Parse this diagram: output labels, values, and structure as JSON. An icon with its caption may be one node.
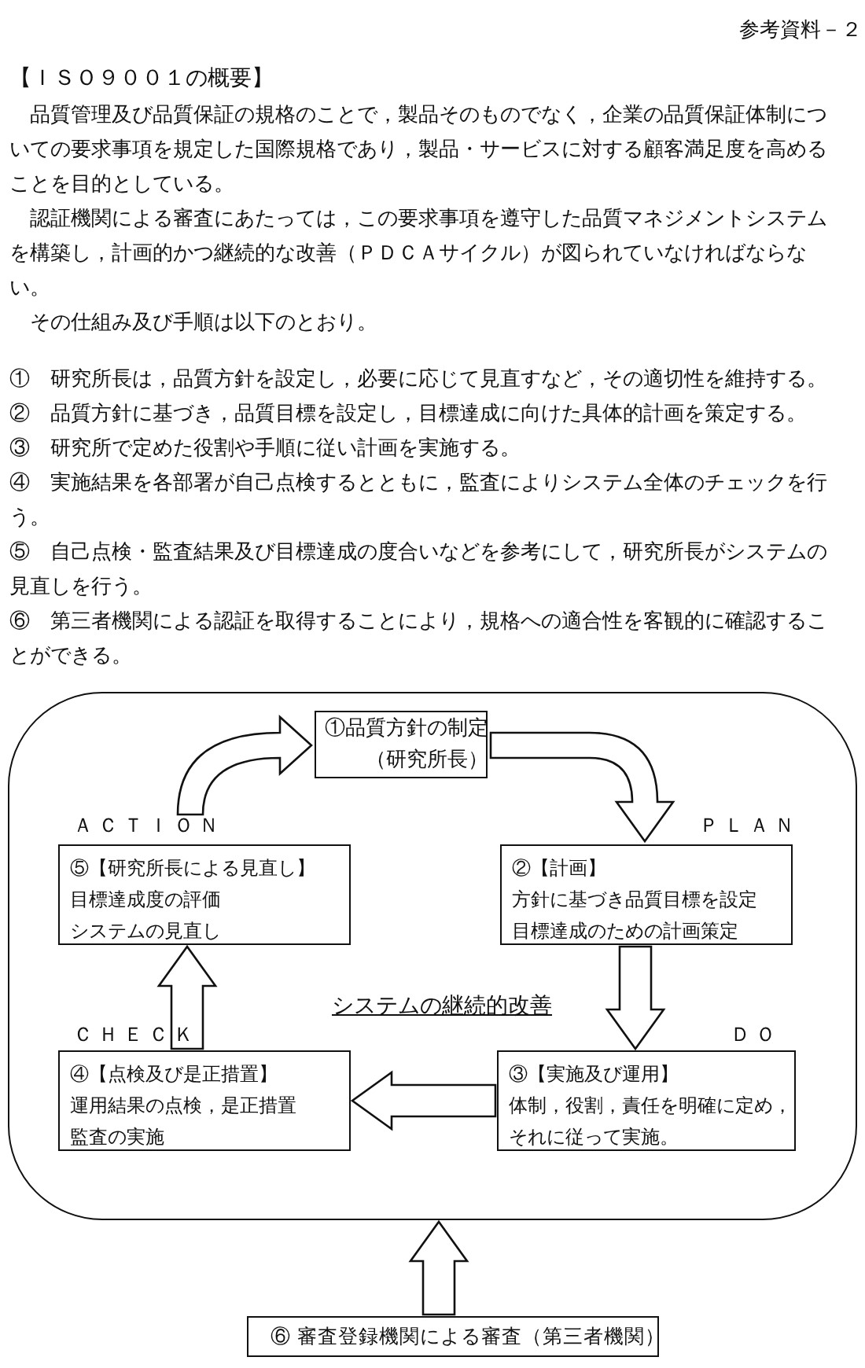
{
  "diagram": {
    "title": "【ＩＳＯ９００１の概要】",
    "nodes": [
      {
        "text": [
          "システムの継続的改善"
        ]
      },
      {
        "text": [
          "①品質方針の制定",
          "（研究所長）"
        ],
        "in": 0
      },
      {
        "text": [
          "②【計画】",
          "方針に基づき品質目標を設定",
          "目標達成のための計画策定"
        ],
        "in": 0,
        "beside": [
          "ＰＬＡＮ"
        ]
      },
      {
        "text": [
          "③【実施及び運用】",
          "体制，役割，責任を明確に定め，",
          "それに従って実施。"
        ],
        "in": 0,
        "beside": [
          "ＤＯ"
        ]
      },
      {
        "text": [
          "④【点検及び是正措置】",
          "運用結果の点検，是正措置",
          "監査の実施"
        ],
        "in": 0,
        "beside": [
          "ＣＨＥＣＫ"
        ]
      },
      {
        "text": [
          "⑤【研究所長による見直し】",
          "目標達成度の評価",
          "システムの見直し"
        ],
        "in": 0,
        "beside": [
          "ＡＣＴＩＯＮ"
        ]
      },
      {
        "text": [
          "⑥ 審査登録機関による審査（第三者機関）"
        ]
      }
    ],
    "edges": [
      {
        "from": 5,
        "to": 1,
        "arrow": "to"
      },
      {
        "from": 1,
        "to": 2,
        "arrow": "to"
      },
      {
        "from": 2,
        "to": 3,
        "arrow": "to"
      },
      {
        "from": 3,
        "to": 4,
        "arrow": "to"
      },
      {
        "from": 4,
        "to": 5,
        "arrow": "to"
      },
      {
        "from": 6,
        "to": 0,
        "arrow": "to"
      }
    ],
    "labels": [
      "参考資料－２",
      "品質管理及び品質保証の規格のことで，製品そのものでなく，企業の品質保証体制についての要求事項を規定した国際規格であり，製品・サービスに対する顧客満足度を高めることを目的としている。",
      "認証機関による審査にあたっては，この要求事項を遵守した品質マネジメントシステムを構築し，計画的かつ継続的な改善（ＰＤＣＡサイクル）が図られていなければならない。",
      "その仕組み及び手順は以下のとおり。",
      "①　研究所長は，品質方針を設定し，必要に応じて見直すなど，その適切性を維持する。",
      "②　品質方針に基づき，品質目標を設定し，目標達成に向けた具体的計画を策定する。",
      "③　研究所で定めた役割や手順に従い計画を実施する。",
      "④　実施結果を各部署が自己点検するとともに，監査によりシステム全体のチェックを行う。",
      "⑤　自己点検・監査結果及び目標達成の度合いなどを参考にして，研究所長がシステムの見直しを行う。",
      "⑥　第三者機関による認証を取得することにより，規格への適合性を客観的に確認することができる。"
    ]
  }
}
